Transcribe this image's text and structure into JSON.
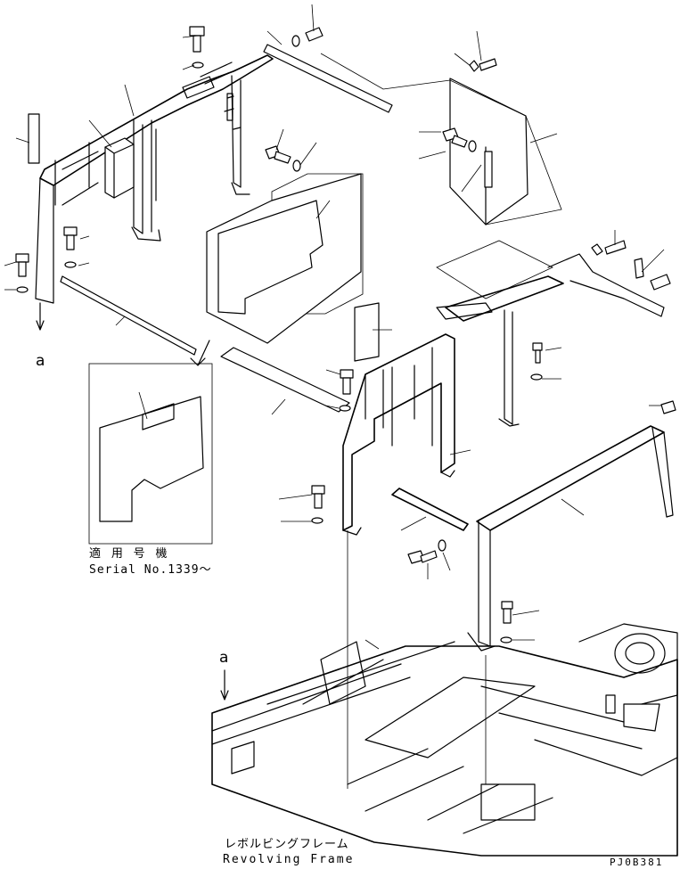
{
  "labels": {
    "applicable_models_jp": "適 用 号 機",
    "serial_number": "Serial No.1339～",
    "revolving_frame_jp": "レボルビングフレーム",
    "revolving_frame_en": "Revolving Frame",
    "view_marker_top": "a",
    "view_marker_bottom": "a",
    "drawing_code": "PJ0B381"
  }
}
